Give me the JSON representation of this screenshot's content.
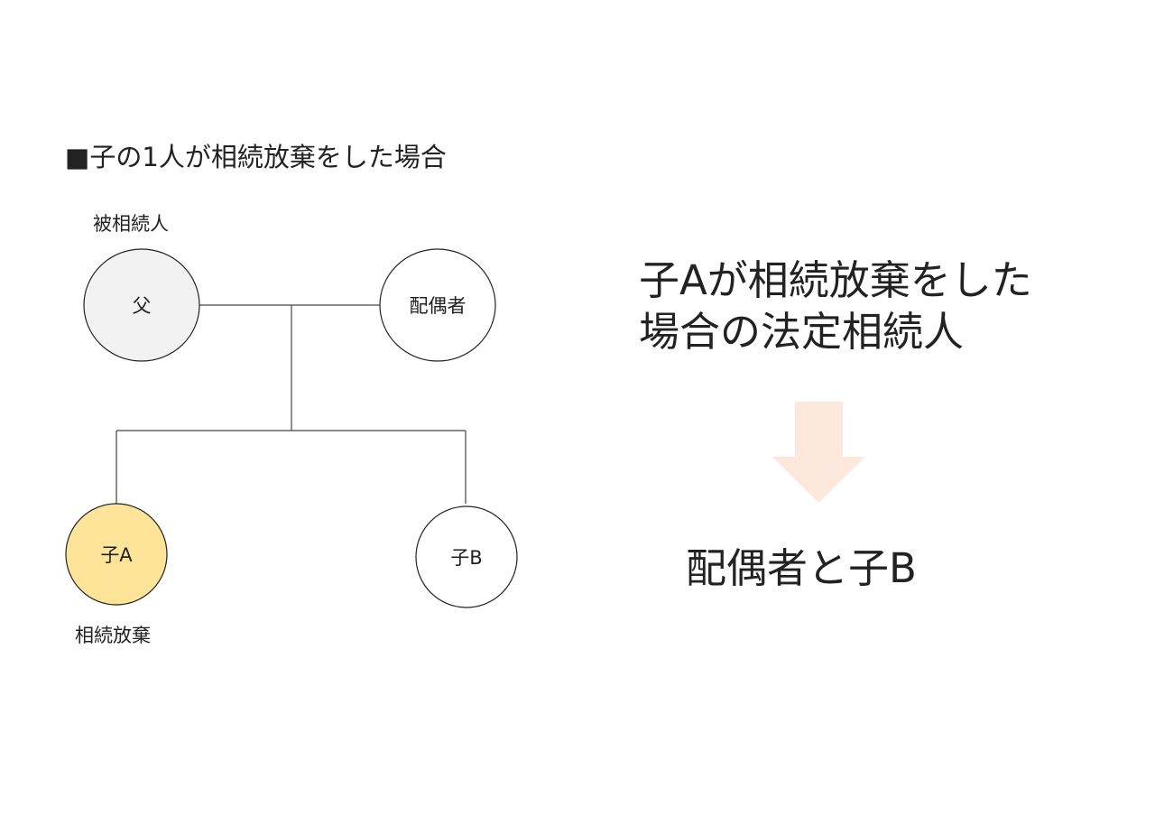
{
  "title": "■子の1人が相続放棄をした場合",
  "nodes": {
    "father": {
      "label": "父",
      "fill": "#f2f2f2"
    },
    "spouse": {
      "label": "配偶者",
      "fill": "#ffffff"
    },
    "child_a": {
      "label": "子A",
      "fill": "#fde499"
    },
    "child_b": {
      "label": "子B",
      "fill": "#ffffff"
    }
  },
  "captions": {
    "decedent": "被相続人",
    "renunciation": "相続放棄"
  },
  "result": {
    "line1": "子Aが相続放棄をした",
    "line2": "場合の法定相続人",
    "arrow_color": "#fce8dc",
    "answer": "配偶者と子B"
  }
}
